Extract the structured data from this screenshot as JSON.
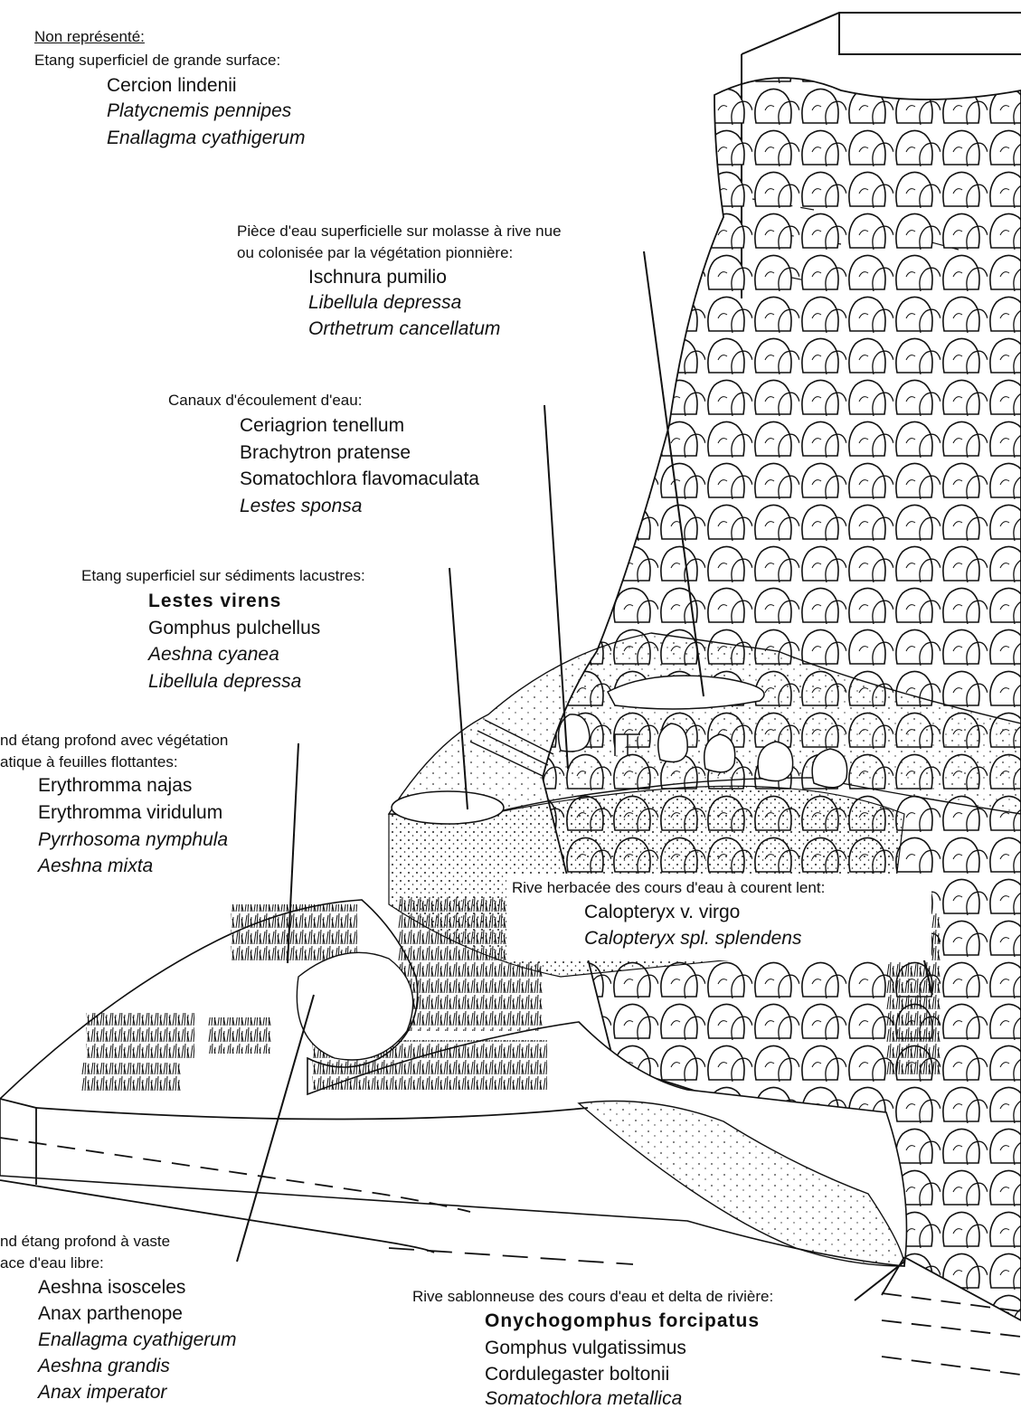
{
  "header": {
    "note": "Non représenté:",
    "title": "Etang superficiel de grande surface:",
    "species": [
      "Cercion lindenii",
      "Platycnemis pennipes",
      "Enallagma cyathigerum"
    ]
  },
  "habitats": [
    {
      "id": "molasse",
      "heading": [
        "Pièce d'eau superficielle sur molasse à rive nue",
        "ou colonisée par la végétation pionnière:"
      ],
      "species": [
        "Ischnura pumilio",
        "Libellula depressa",
        "Orthetrum cancellatum"
      ]
    },
    {
      "id": "canaux",
      "heading": [
        "Canaux d'écoulement d'eau:"
      ],
      "species": [
        "Ceriagrion tenellum",
        "Brachytron pratense",
        "Somatochlora flavomaculata",
        "Lestes sponsa"
      ]
    },
    {
      "id": "sediments",
      "heading": [
        "Etang superficiel sur sédiments lacustres:"
      ],
      "species": [
        "Lestes  virens",
        "Gomphus pulchellus",
        "Aeshna cyanea",
        "Libellula depressa"
      ]
    },
    {
      "id": "flottantes",
      "heading": [
        "nd étang profond avec végétation",
        "atique à feuilles flottantes:"
      ],
      "species": [
        "Erythromma najas",
        "Erythromma viridulum",
        "Pyrrhosoma nymphula",
        "Aeshna mixta"
      ]
    },
    {
      "id": "rive_herbacee",
      "heading": [
        "Rive herbacée des cours d'eau à courent lent:"
      ],
      "species": [
        "Calopteryx v. virgo",
        "Calopteryx spl. splendens"
      ]
    },
    {
      "id": "eau_libre",
      "heading": [
        "nd étang profond à vaste",
        "ace d'eau libre:"
      ],
      "species": [
        "Aeshna isosceles",
        "Anax parthenope",
        "Enallagma cyathigerum",
        "Aeshna grandis",
        "Anax imperator"
      ]
    },
    {
      "id": "rive_sablonneuse",
      "heading": [
        "Rive sablonneuse des cours d'eau et delta de rivière:"
      ],
      "species": [
        "Onychogomphus  forcipatus",
        "Gomphus vulgatissimus",
        "Cordulegaster boltonii",
        "Somatochlora metallica"
      ]
    }
  ]
}
